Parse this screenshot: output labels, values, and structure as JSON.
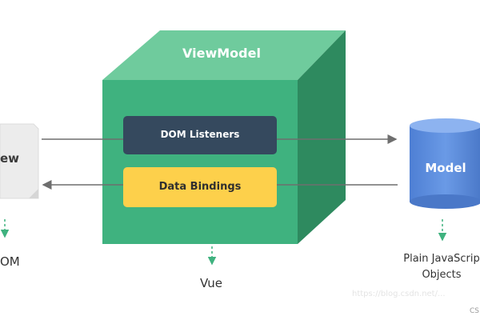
{
  "diagram": {
    "view": {
      "title": "ew",
      "caption": "OM"
    },
    "viewmodel": {
      "title": "ViewModel",
      "dom_listeners": "DOM Listeners",
      "data_bindings": "Data Bindings",
      "caption": "Vue"
    },
    "model": {
      "title": "Model",
      "caption_line1": "Plain JavaScrip",
      "caption_line2": "Objects"
    },
    "watermark": "https://blog.csdn.net/...",
    "corner_mark": "CS"
  },
  "colors": {
    "cube_front": "#3fb27f",
    "cube_top": "#6fcb9d",
    "cube_side": "#2e8a5f",
    "dom_listeners_bg": "#35495e",
    "data_bindings_bg": "#fdd04b",
    "model_cylinder": "#5b8fe0",
    "arrow": "#6e6e6e",
    "dashed_arrow": "#3fb27f"
  }
}
